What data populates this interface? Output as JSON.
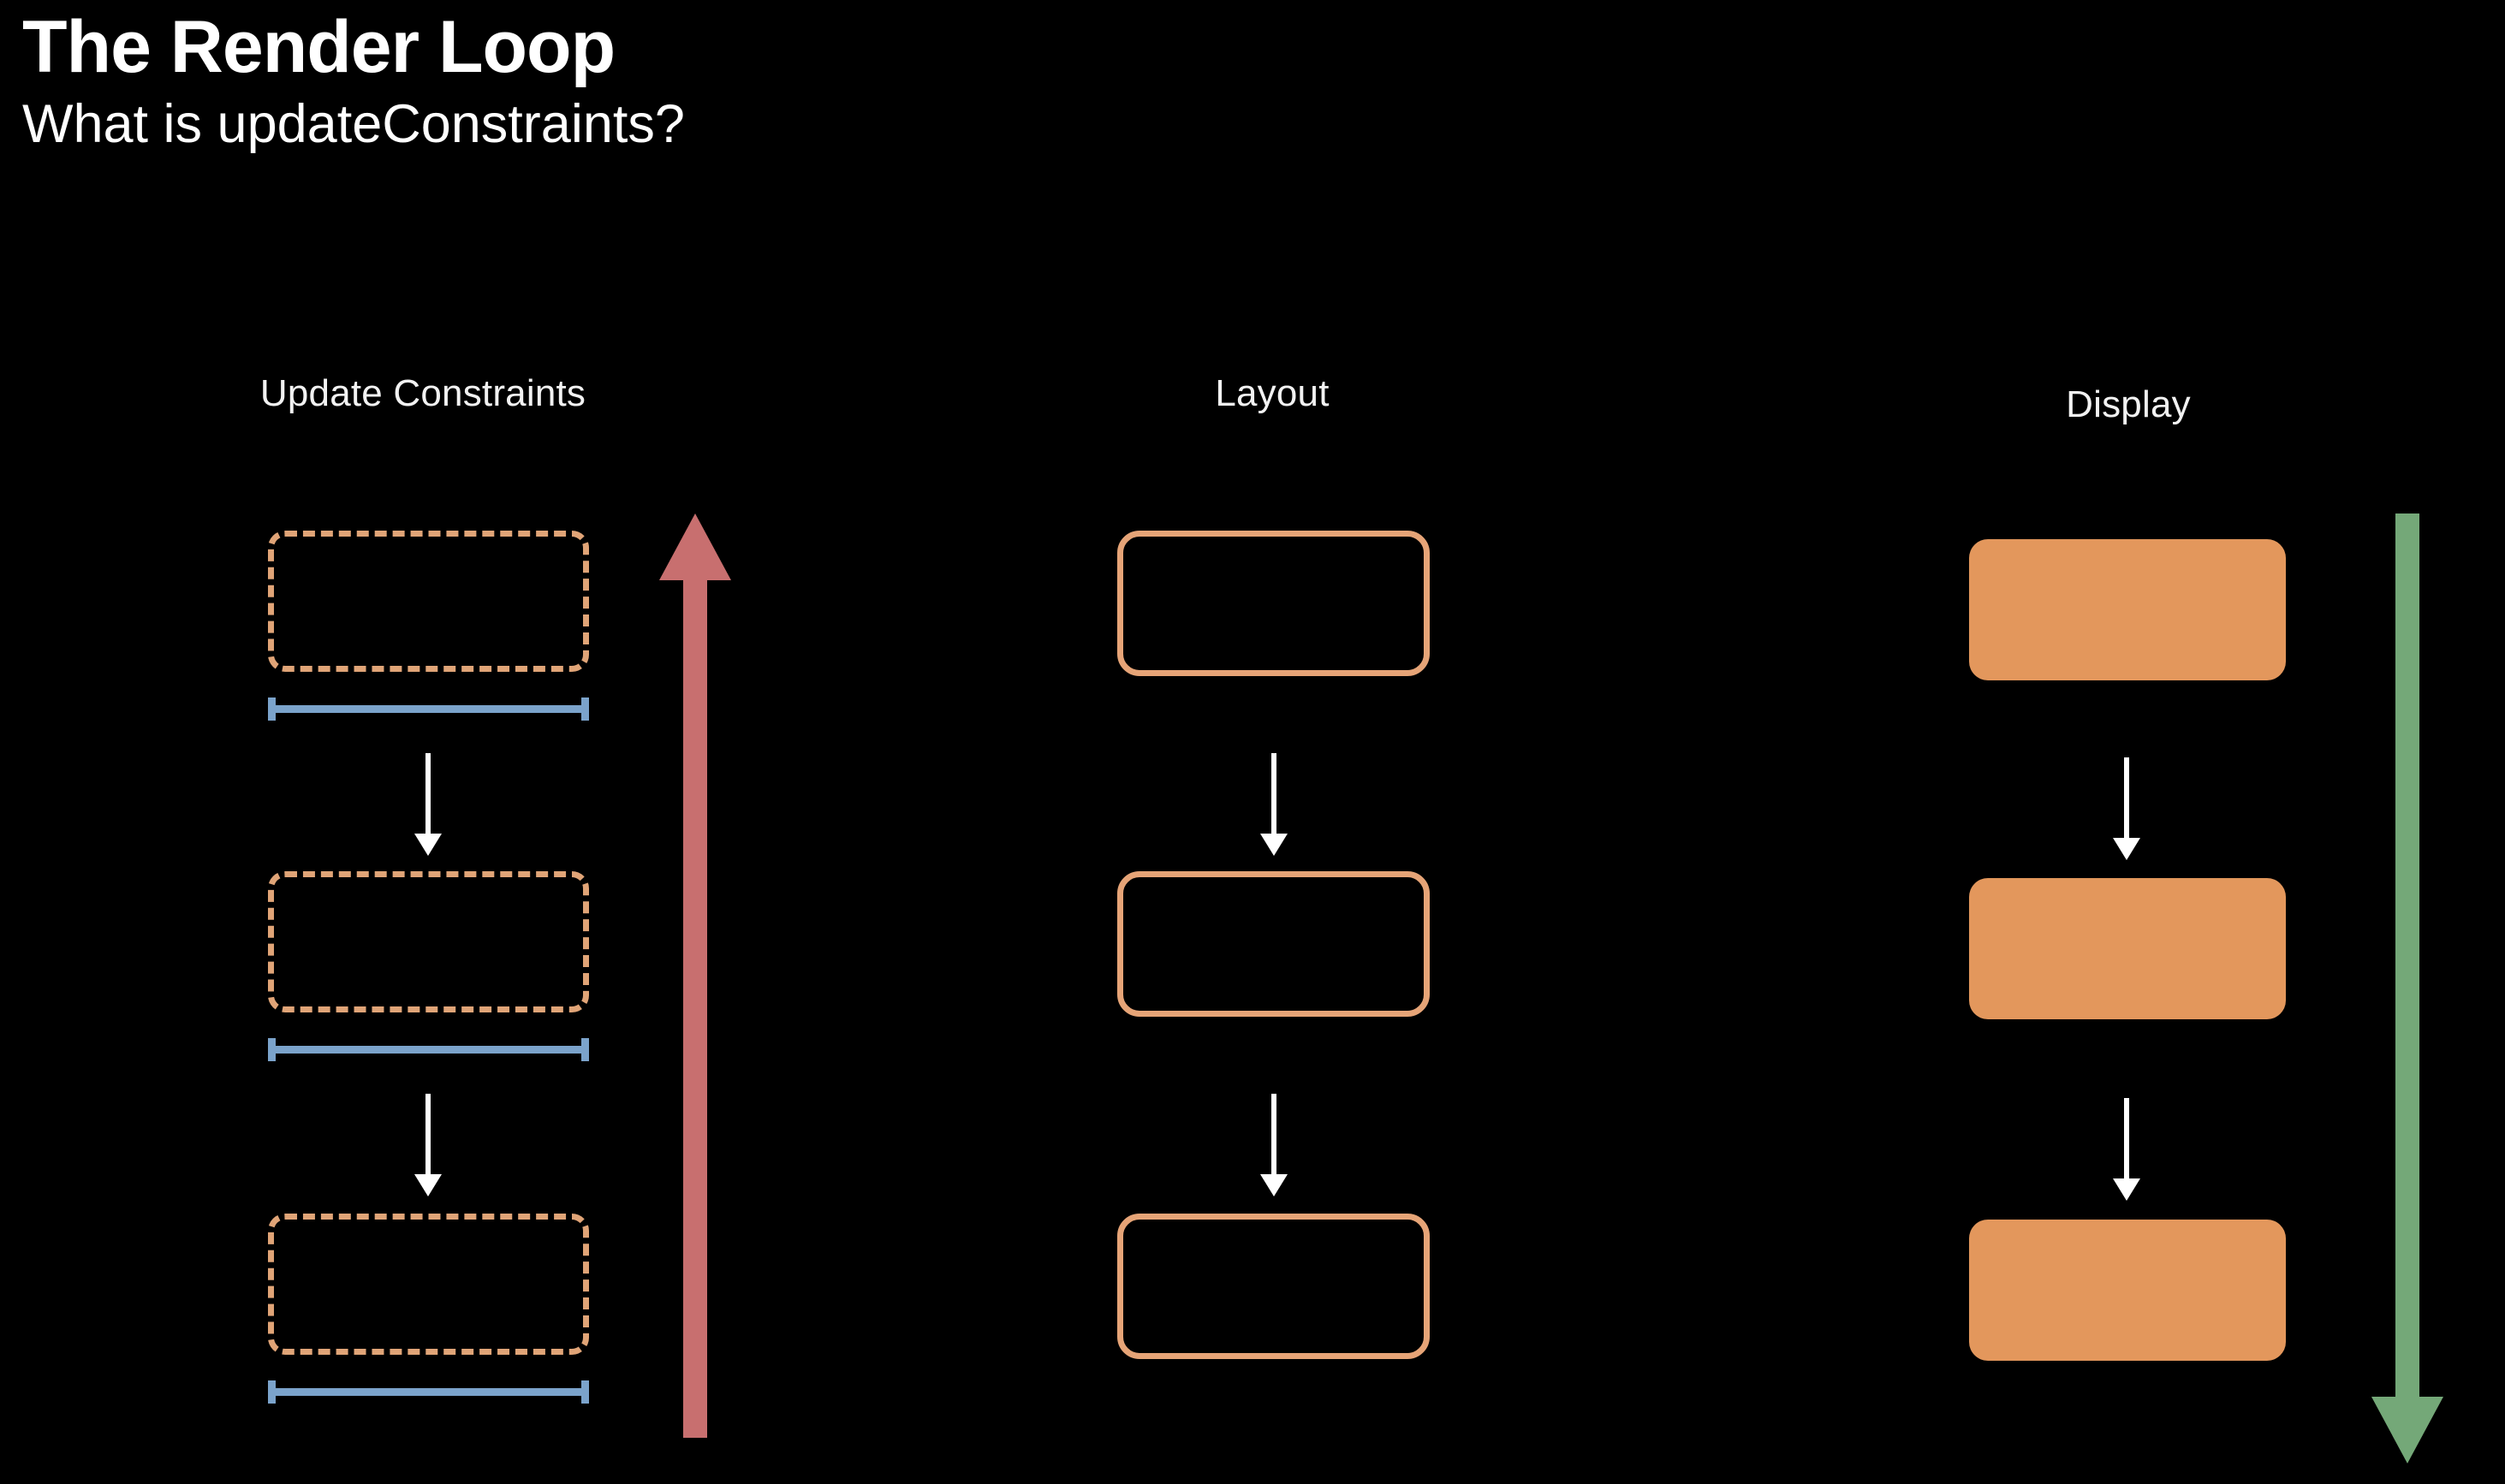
{
  "slide": {
    "title": "The Render Loop",
    "subtitle": "What is updateConstraints?",
    "background_color": "#000000",
    "text_color": "#ffffff"
  },
  "palette": {
    "orange_outline": "#e6a477",
    "orange_fill": "#e3975c",
    "blue_constraint": "#7ba3cb",
    "red_arrow": "#c86f6f",
    "green_arrow": "#74a878",
    "blue_arrow": "#6b94bf",
    "connector_white": "#ffffff"
  },
  "diagram": {
    "type": "pipeline",
    "columns": [
      {
        "id": "update-constraints",
        "title": "Update Constraints",
        "node_style": "dashed",
        "node_count": 3,
        "has_constraint_bars": true,
        "constraint_bar_count": 3,
        "phase_arrow": {
          "direction": "up",
          "color": "#c86f6f",
          "name": "bottom-up-arrow"
        }
      },
      {
        "id": "layout",
        "title": "Layout",
        "node_style": "outlined",
        "node_count": 3,
        "has_constraint_bars": false,
        "constraint_bar_count": 0,
        "phase_arrow": {
          "direction": "down",
          "color": "#74a878",
          "name": "top-down-arrow"
        }
      },
      {
        "id": "display",
        "title": "Display",
        "node_style": "filled",
        "node_count": 3,
        "has_constraint_bars": false,
        "constraint_bar_count": 0,
        "phase_arrow": {
          "direction": "down",
          "color": "#6b94bf",
          "name": "top-down-arrow"
        }
      }
    ],
    "connector_arrows_per_column": 2,
    "connector_direction": "down"
  }
}
